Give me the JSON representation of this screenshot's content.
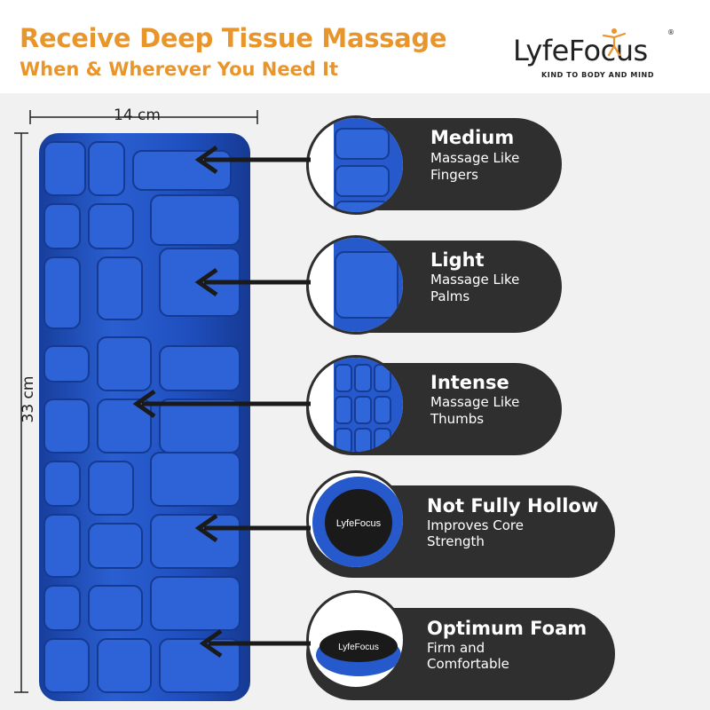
{
  "header": {
    "title_line1": "Receive Deep Tissue Massage",
    "title_line2": "When & Wherever You Need It"
  },
  "logo": {
    "name": "LyfeFocus",
    "tagline": "KIND TO BODY AND MIND",
    "registered": "®"
  },
  "dimensions": {
    "width_label": "14 cm",
    "height_label": "33 cm"
  },
  "features": [
    {
      "title": "Medium",
      "line1": "Massage Like",
      "line2": "Fingers"
    },
    {
      "title": "Light",
      "line1": "Massage Like",
      "line2": "Palms"
    },
    {
      "title": "Intense",
      "line1": "Massage Like",
      "line2": "Thumbs"
    },
    {
      "title": "Not Fully Hollow",
      "line1": "Improves Core",
      "line2": "Strength"
    },
    {
      "title": "Optimum Foam",
      "line1": "Firm  and",
      "line2": "Comfortable"
    }
  ],
  "colors": {
    "accent_orange": "#e8962c",
    "roller_blue": "#1f4fbf",
    "pill_dark": "#2f2f2f"
  }
}
